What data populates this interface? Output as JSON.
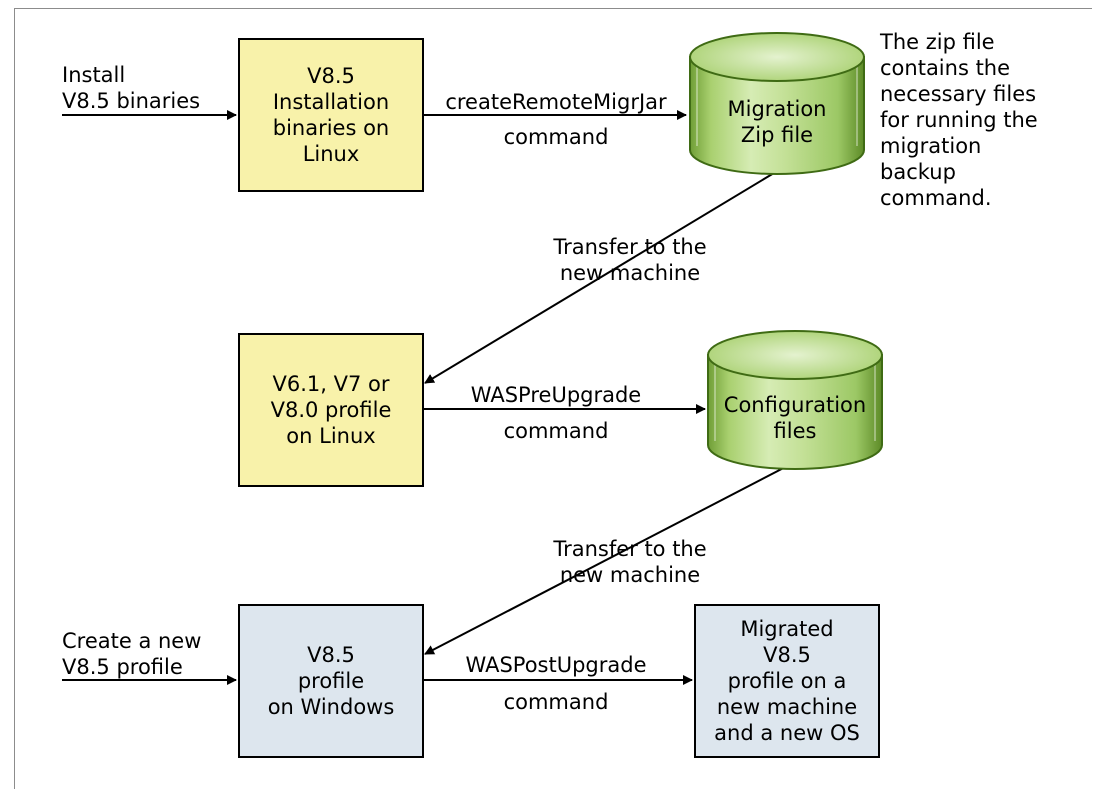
{
  "nodes": {
    "v85_binaries": "V8.5\nInstallation\nbinaries on\nLinux",
    "migration_zip": "Migration\nZip file",
    "old_profile": "V6.1, V7 or\nV8.0 profile\non Linux",
    "config_files": "Configuration\nfiles",
    "v85_windows": "V8.5\nprofile\non Windows",
    "migrated_profile": "Migrated\nV8.5\nprofile on a\nnew machine\nand a new OS"
  },
  "labels": {
    "install_binaries": "Install\nV8.5 binaries",
    "create_profile": "Create a new\nV8.5 profile",
    "zip_note": "The zip file\ncontains the\nnecessary files\nfor running the\nmigration\nbackup\ncommand.",
    "transfer_1": "Transfer to the\nnew machine",
    "transfer_2": "Transfer to the\nnew machine"
  },
  "commands": {
    "create_jar": "createRemoteMigrJar",
    "create_jar_suffix": "command",
    "pre_upgrade": "WASPreUpgrade",
    "pre_upgrade_suffix": "command",
    "post_upgrade": "WASPostUpgrade",
    "post_upgrade_suffix": "command"
  },
  "colors": {
    "yellow_box": "#f8f2aa",
    "blue_box": "#dde6ee",
    "cylinder_green": "#b9d98c",
    "cylinder_dark": "#4e7e1f"
  }
}
